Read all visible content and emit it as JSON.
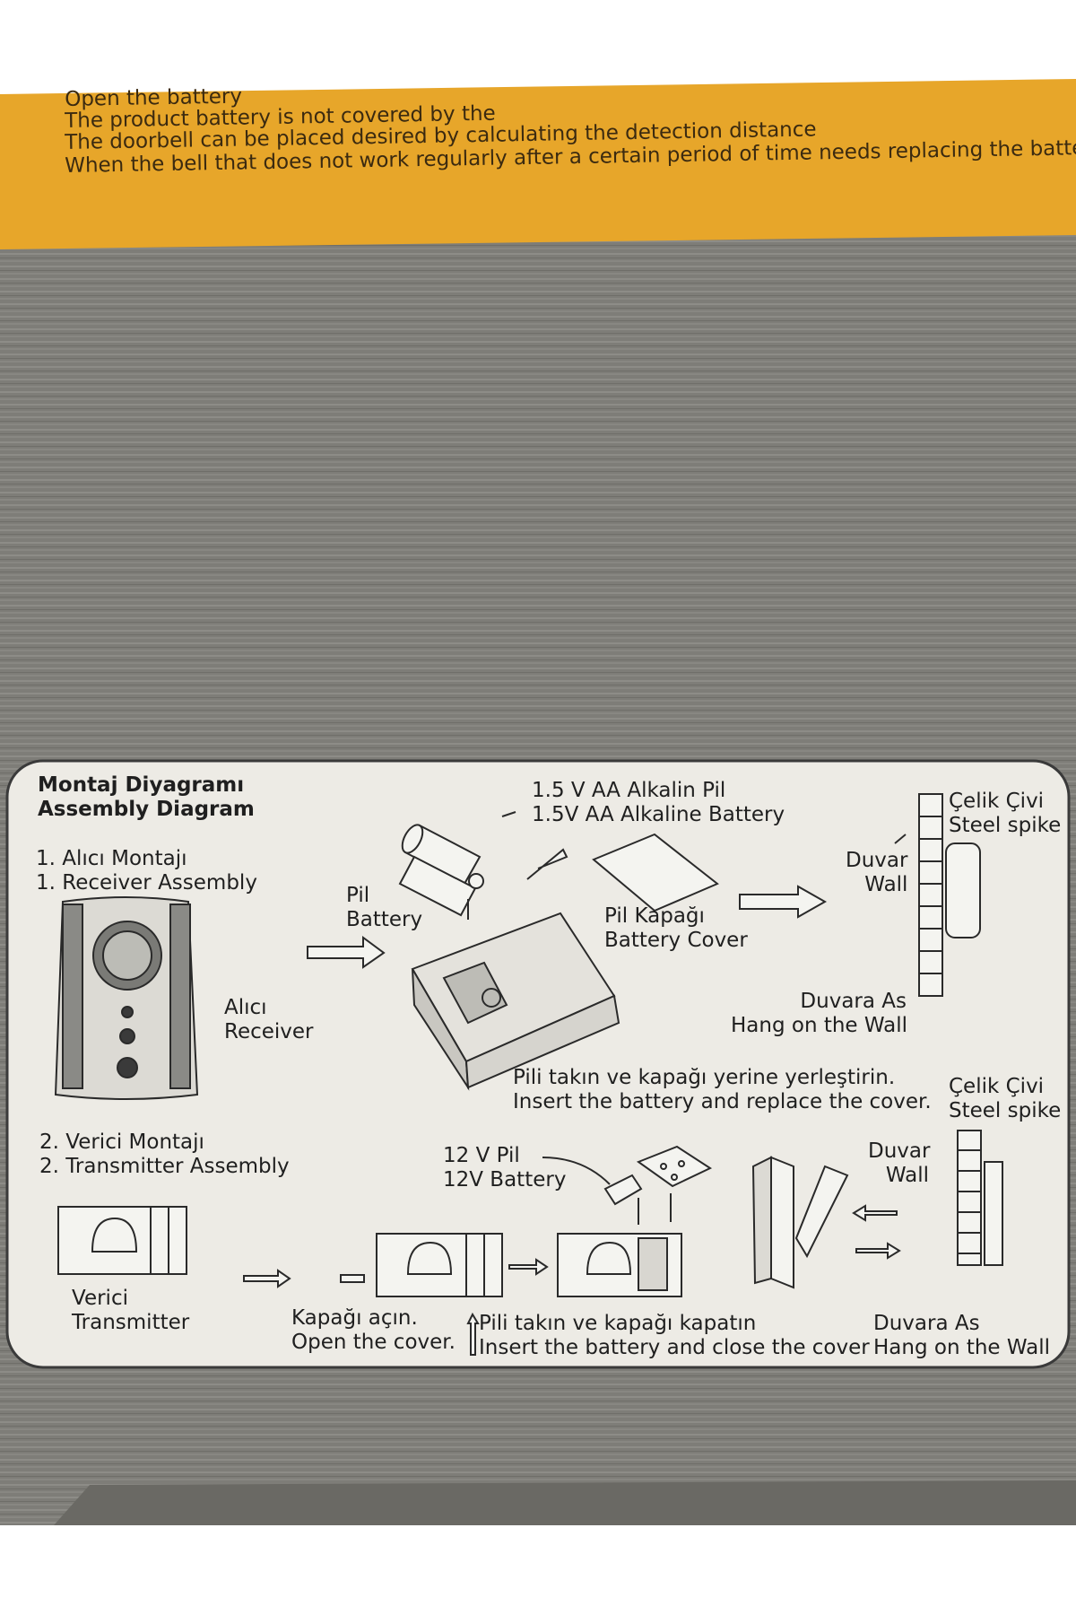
{
  "header_band": {
    "lines": [
      "Open the battery",
      "The product battery is not covered by the",
      "The doorbell can be placed desired by calculating the detection distance",
      "When the bell that does not work regularly after a certain period of time needs replacing the batteries"
    ]
  },
  "diagram": {
    "title_tr": "Montaj Diyagramı",
    "title_en": "Assembly Diagram",
    "section1": {
      "heading_tr": "1. Alıcı Montajı",
      "heading_en": "1. Receiver Assembly",
      "receiver_tr": "Alıcı",
      "receiver_en": "Receiver",
      "pil_tr": "Pil",
      "pil_en": "Battery",
      "aa_tr": "1.5 V AA Alkalin Pil",
      "aa_en": "1.5V AA Alkaline Battery",
      "cover_tr": "Pil Kapağı",
      "cover_en": "Battery Cover",
      "insert_tr": "Pili takın ve kapağı yerine yerleştirin.",
      "insert_en": "Insert the battery and replace the cover.",
      "wall_tr": "Duvar",
      "wall_en": "Wall",
      "spike_tr": "Çelik Çivi",
      "spike_en": "Steel spike",
      "hang_tr": "Duvara As",
      "hang_en": "Hang on the Wall"
    },
    "section2": {
      "heading_tr": "2. Verici Montajı",
      "heading_en": "2. Transmitter Assembly",
      "transmitter_tr": "Verici",
      "transmitter_en": "Transmitter",
      "battery12_tr": "12 V Pil",
      "battery12_en": "12V Battery",
      "open_tr": "Kapağı açın.",
      "open_en": "Open the cover.",
      "insert_tr": "Pili takın ve kapağı kapatın",
      "insert_en": "Insert the battery and close the cover",
      "wall_tr": "Duvar",
      "wall_en": "Wall",
      "spike_tr": "Çelik Çivi",
      "spike_en": "Steel spike",
      "hang_tr": "Duvara As",
      "hang_en": "Hang on the Wall"
    }
  }
}
